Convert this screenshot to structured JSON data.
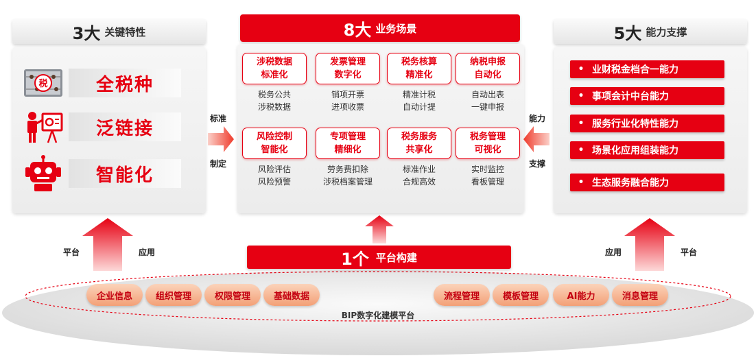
{
  "left": {
    "head_num": "3大",
    "head_sub": "关键特性",
    "features": [
      {
        "label": "全税种",
        "icon": "tax-abacus-icon",
        "icon_text": "税"
      },
      {
        "label": "泛链接",
        "icon": "presenter-icon"
      },
      {
        "label": "智能化",
        "icon": "robot-icon"
      }
    ]
  },
  "center": {
    "head_num": "8大",
    "head_sub": "业务场景",
    "scenes": [
      {
        "title": "涉税数据\n标准化",
        "desc": "税务公共\n涉税数据"
      },
      {
        "title": "发票管理\n数字化",
        "desc": "销项开票\n进项收票"
      },
      {
        "title": "税务核算\n精准化",
        "desc": "精准计税\n自动计提"
      },
      {
        "title": "纳税申报\n自动化",
        "desc": "自动出表\n一键申报"
      },
      {
        "title": "风险控制\n智能化",
        "desc": "风险评估\n风险预警"
      },
      {
        "title": "专项管理\n精细化",
        "desc": "劳务费扣除\n涉税档案管理"
      },
      {
        "title": "税务服务\n共享化",
        "desc": "标准作业\n合规高效"
      },
      {
        "title": "税务管理\n可视化",
        "desc": "实时监控\n看板管理"
      }
    ]
  },
  "right": {
    "head_num": "5大",
    "head_sub": "能力支撑",
    "abilities": [
      "业财税金档合一能力",
      "事项会计中台能力",
      "服务行业化特性能力",
      "场景化应用组装能力",
      "生态服务融合能力"
    ],
    "bullet": "•"
  },
  "connectors": {
    "left_top": "标准",
    "left_bottom": "制定",
    "right_top": "能力",
    "right_bottom": "支撑"
  },
  "platform": {
    "head_num": "1个",
    "head_sub": "平台构建",
    "left_labels": [
      "平台",
      "应用"
    ],
    "right_labels": [
      "应用",
      "平台"
    ],
    "modules_left": [
      "企业信息",
      "组织管理",
      "权限管理",
      "基础数据"
    ],
    "modules_right": [
      "流程管理",
      "模板管理",
      "AI能力",
      "消息管理"
    ],
    "base_label": "BIP数字化建模平台"
  },
  "colors": {
    "accent": "#e60012",
    "pill": "#f3a077",
    "panel": "#efefef"
  }
}
